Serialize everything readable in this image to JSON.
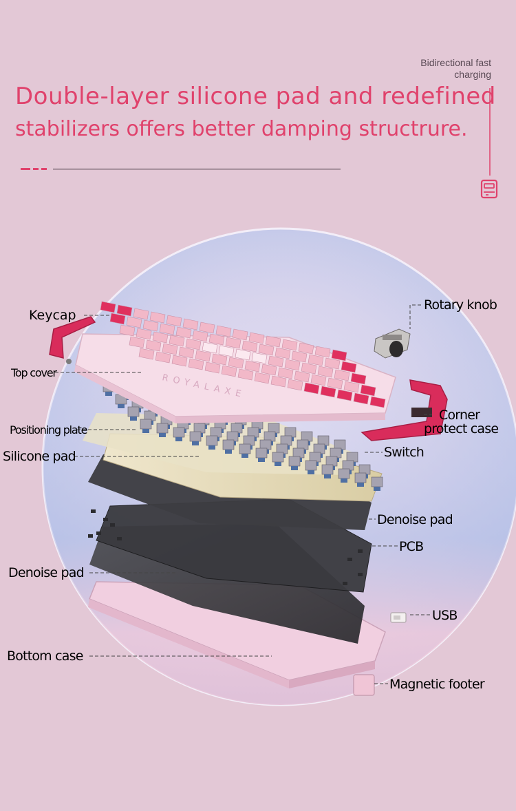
{
  "headline": {
    "line1": "Double-layer silicone pad and redefined",
    "line2": "stabilizers offers better damping structrure."
  },
  "charging": {
    "line1": "Bidirectional fast",
    "line2": "charging",
    "icon": "battery-charging-icon"
  },
  "keyboard_brand": "ROYALAXE",
  "labels": {
    "keycap": "Keycap",
    "top_cover": "Top cover",
    "positioning_plate": "Positioning plate",
    "silicone_pad": "Silicone pad",
    "denoise_pad_left": "Denoise pad",
    "bottom_case": "Bottom case",
    "rotary_knob": "Rotary knob",
    "corner_line1": "Corner",
    "corner_line2": "protect case",
    "switch": "Switch",
    "denoise_pad_right": "Denoise pad",
    "pcb": "PCB",
    "usb": "USB",
    "magnetic_footer": "Magnetic footer"
  },
  "colors": {
    "background": "#e3c8d6",
    "accent": "#e0426c",
    "keycap_pink": "#f2b8c8",
    "keycap_magenta": "#e0305e",
    "case_pink": "#f3d5e0"
  }
}
